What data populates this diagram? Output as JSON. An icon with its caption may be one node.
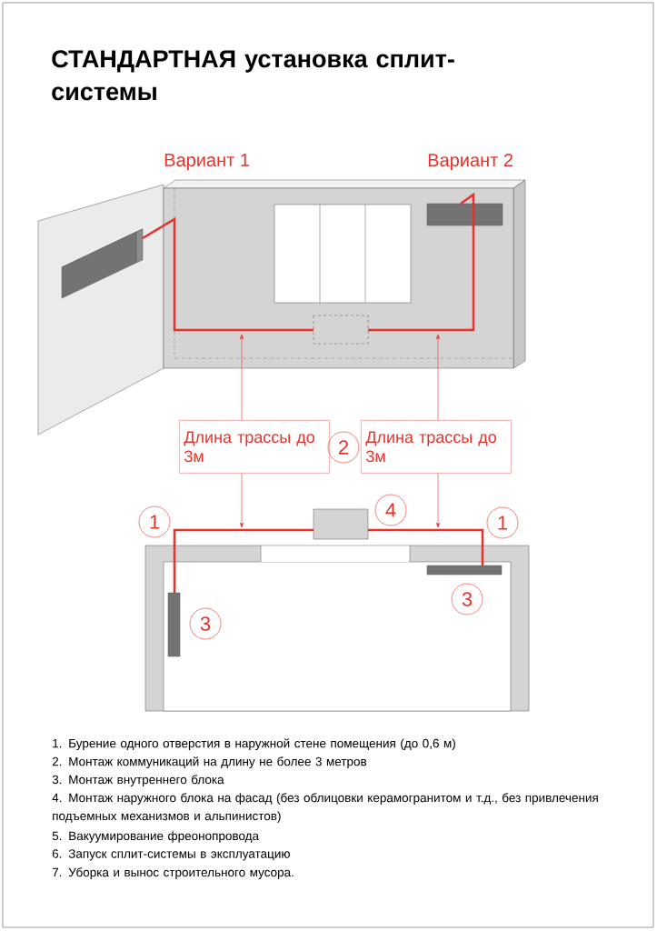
{
  "diagram": {
    "title": "СТАНДАРТНАЯ установка сплит-системы",
    "nodes": [
      {
        "text": [
          "Длина трассы до 3м"
        ]
      },
      {
        "text": [
          "2"
        ]
      },
      {
        "text": [
          "Длина трассы до 3м"
        ]
      },
      {
        "text": [
          "1"
        ]
      },
      {
        "text": [
          "4"
        ]
      },
      {
        "text": [
          "1"
        ]
      },
      {
        "text": [
          "3"
        ]
      },
      {
        "text": [
          "3"
        ]
      }
    ],
    "edges": [
      {
        "from": 0,
        "to": null,
        "arrow": "to"
      },
      {
        "from": 0,
        "to": null,
        "arrow": "to"
      },
      {
        "from": 2,
        "to": null,
        "arrow": "to"
      },
      {
        "from": 2,
        "to": null,
        "arrow": "to"
      }
    ],
    "labels": [
      "Вариант 1",
      "Вариант 2",
      "1. Бурение одного отверстия в наружной стене помещения (до 0,6 м)",
      "2. Монтаж коммуникаций на длину не более 3 метров",
      "3. Монтаж внутреннего блока",
      "4. Монтаж наружного блока на фасад (без облицовки керамогранитом и т.д., без привлечения подъемных механизмов и альпинистов)",
      "5. Вакуумирование фреонопровода",
      "6. Запуск сплит-системы в эксплуатацию",
      "7. Уборка и вынос строительного мусора."
    ]
  }
}
